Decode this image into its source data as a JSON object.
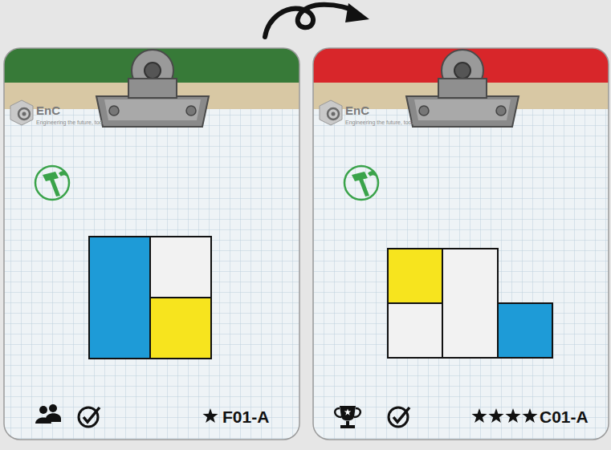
{
  "diagram": {
    "nodes": [
      {
        "text": [
          "EnC",
          "Engineering the future, today.",
          "F01-A"
        ]
      },
      {
        "text": [
          "EnC",
          "Engineering the future, today.",
          "C01-A"
        ]
      }
    ]
  }
}
